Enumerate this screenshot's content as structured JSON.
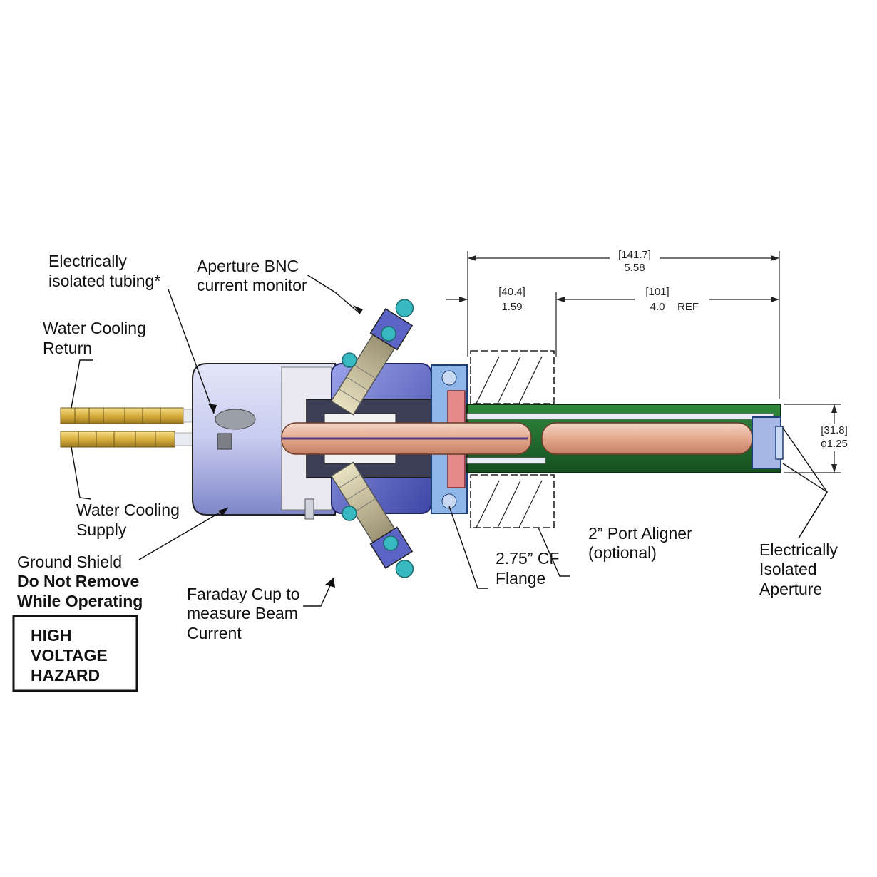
{
  "labels": {
    "isolated_tubing": [
      "Electrically",
      "isolated tubing*"
    ],
    "aperture_bnc": [
      "Aperture BNC",
      "current monitor"
    ],
    "cooling_return": [
      "Water Cooling",
      "Return"
    ],
    "cooling_supply": [
      "Water Cooling",
      "Supply"
    ],
    "ground_shield": "Ground Shield",
    "do_not_remove": [
      "Do Not Remove",
      "While Operating"
    ],
    "faraday_cup": [
      "Faraday Cup to",
      "measure Beam",
      "Current"
    ],
    "cf_flange": [
      "2.75” CF",
      "Flange"
    ],
    "port_aligner": [
      "2” Port Aligner",
      "(optional)"
    ],
    "isolated_aperture": [
      "Electrically",
      "Isolated",
      "Aperture"
    ]
  },
  "warning_box": [
    "HIGH",
    "VOLTAGE",
    "HAZARD"
  ],
  "dimensions": {
    "overall": {
      "mm": "[141.7]",
      "in": "5.58"
    },
    "flange": {
      "mm": "[40.4]",
      "in": "1.59"
    },
    "tube": {
      "mm": "[101]",
      "in": "4.0",
      "ref": "REF"
    },
    "diameter": {
      "mm": "[31.8]",
      "in": "ϕ1.25"
    }
  },
  "colors": {
    "brass": "#d9b24a",
    "ground_shield": "#b9bde6",
    "housing_blue": "#6670c8",
    "copper_tube": "#e8bba3",
    "green_sleeve": "#1f6b2c",
    "flange_pink": "#e58a8a",
    "connector_teal": "#38b8c0"
  }
}
